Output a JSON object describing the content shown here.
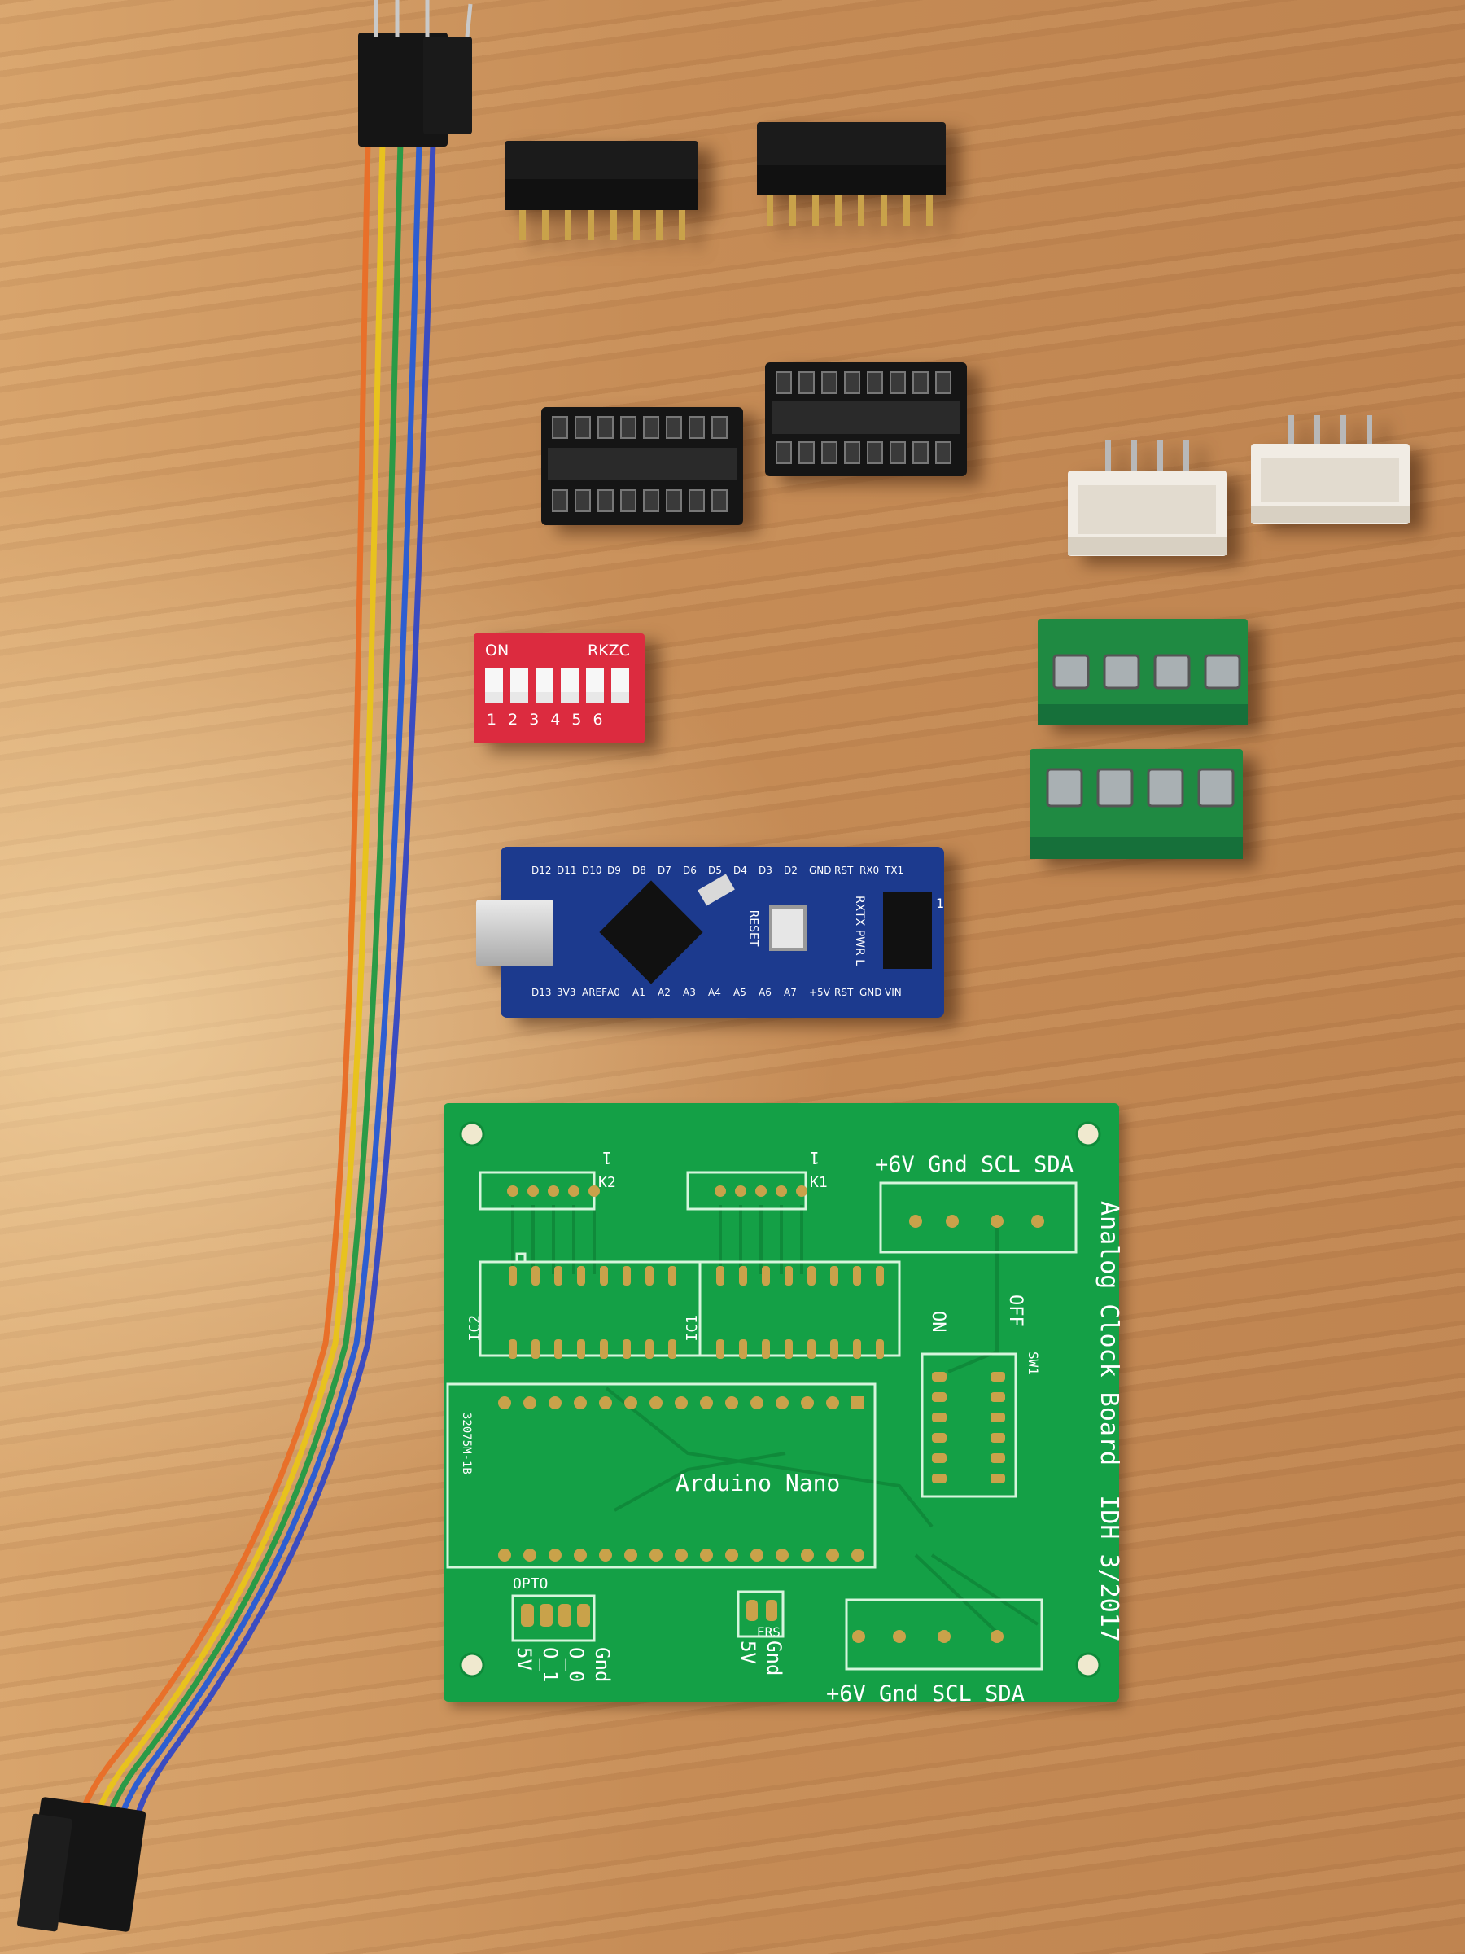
{
  "dip_switch": {
    "on_label": "ON",
    "brand_label": "RKZC",
    "numbers": [
      "1",
      "2",
      "3",
      "4",
      "5",
      "6"
    ]
  },
  "nano": {
    "top_pins": [
      "D12",
      "D11",
      "D10",
      "D9",
      "D8",
      "D7",
      "D6",
      "D5",
      "D4",
      "D3",
      "D2",
      "GND",
      "RST",
      "RX0",
      "TX1"
    ],
    "bottom_pins": [
      "D13",
      "3V3",
      "AREF",
      "A0",
      "A1",
      "A2",
      "A3",
      "A4",
      "A5",
      "A6",
      "A7",
      "+5V",
      "RST",
      "GND",
      "VIN"
    ],
    "reset_label": "RESET",
    "led_labels": "RXTX PWR L",
    "header_number": "1"
  },
  "pcb": {
    "k2_label": "K2",
    "k1_label": "K1",
    "pin1_label": "1",
    "i2c_top_labels": "+6V Gnd SCL SDA",
    "i2c_bottom_labels": "+6V Gnd SCL SDA",
    "board_title": "Analog Clock Board  IDH 3/2017",
    "ic2_label": "IC2",
    "ic1_label": "IC1",
    "on_label": "ON",
    "off_label": "OFF",
    "sw1_label": "SW1",
    "module_label": "32075M-1B",
    "arduino_label": "Arduino Nano",
    "opto_label": "OPTO",
    "opto_pins": [
      "5V",
      "O_1",
      "O_0",
      "Gnd"
    ],
    "pwr_pins": [
      "5V",
      "Gnd"
    ],
    "pwr_label": "ERS"
  },
  "colors": {
    "pcb_green": "#14a046",
    "nano_blue": "#1c3a8e",
    "dip_red": "#dc2b3f",
    "terminal_green": "#1f8a42",
    "jst_white": "#f1ece4"
  }
}
